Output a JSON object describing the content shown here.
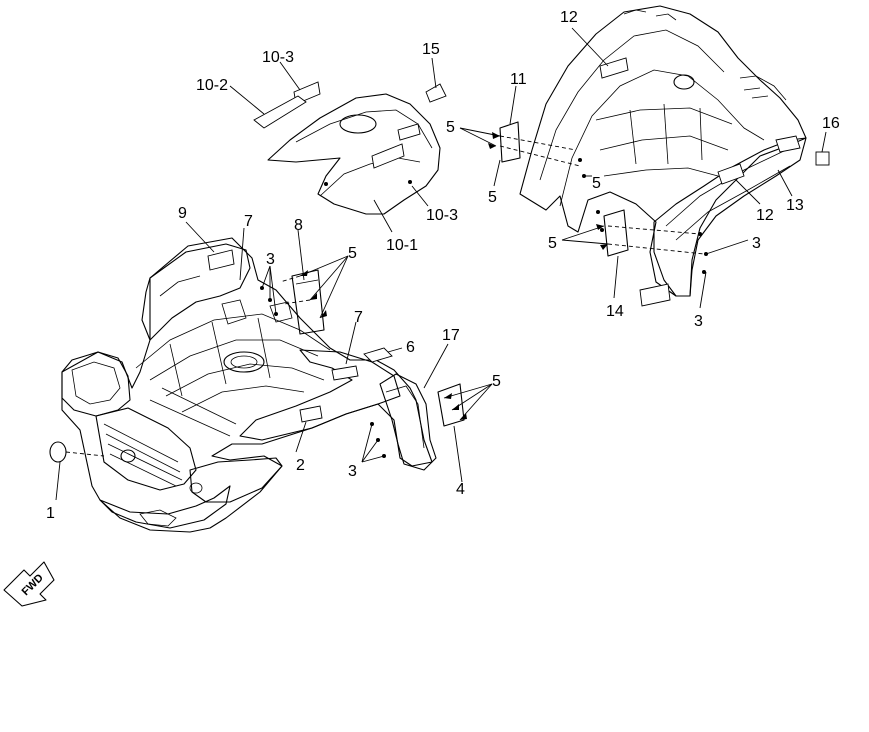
{
  "callouts": {
    "c1": "1",
    "c2": "2",
    "c3a": "3",
    "c3b": "3",
    "c3c": "3",
    "c3d": "3",
    "c4": "4",
    "c5a": "5",
    "c5b": "5",
    "c5c": "5",
    "c5d": "5",
    "c5e": "5",
    "c5f": "5",
    "c6": "6",
    "c7a": "7",
    "c7b": "7",
    "c8": "8",
    "c9": "9",
    "c10_1": "10-1",
    "c10_2": "10-2",
    "c10_3a": "10-3",
    "c10_3b": "10-3",
    "c11": "11",
    "c12a": "12",
    "c12b": "12",
    "c13": "13",
    "c14": "14",
    "c15": "15",
    "c16": "16",
    "c17": "17"
  },
  "fwd_arrow": {
    "label": "FWD",
    "icon": "forward-arrow-icon"
  }
}
